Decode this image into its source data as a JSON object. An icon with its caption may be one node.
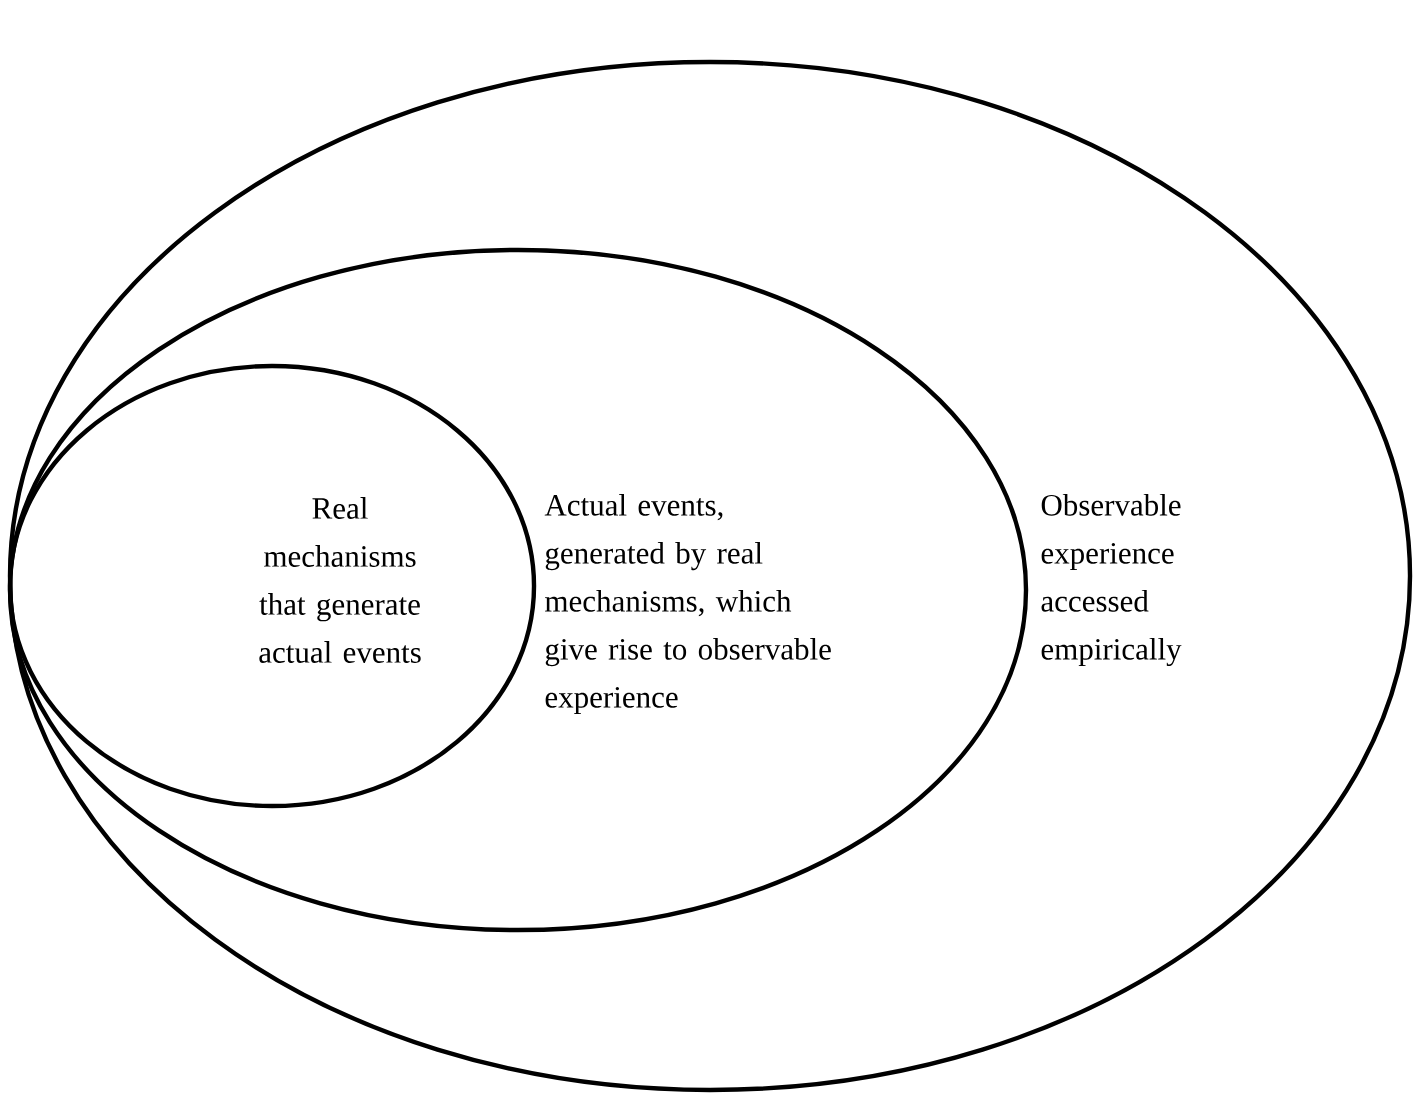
{
  "diagram": {
    "nodes": [
      {
        "text": [
          "Observable experience accessed empirically"
        ]
      },
      {
        "text": [
          "Actual events, generated by real mechanisms, which give rise to observable experience"
        ],
        "in": 0
      },
      {
        "text": [
          "Real mechanisms that generate actual events"
        ],
        "in": 1
      }
    ]
  }
}
